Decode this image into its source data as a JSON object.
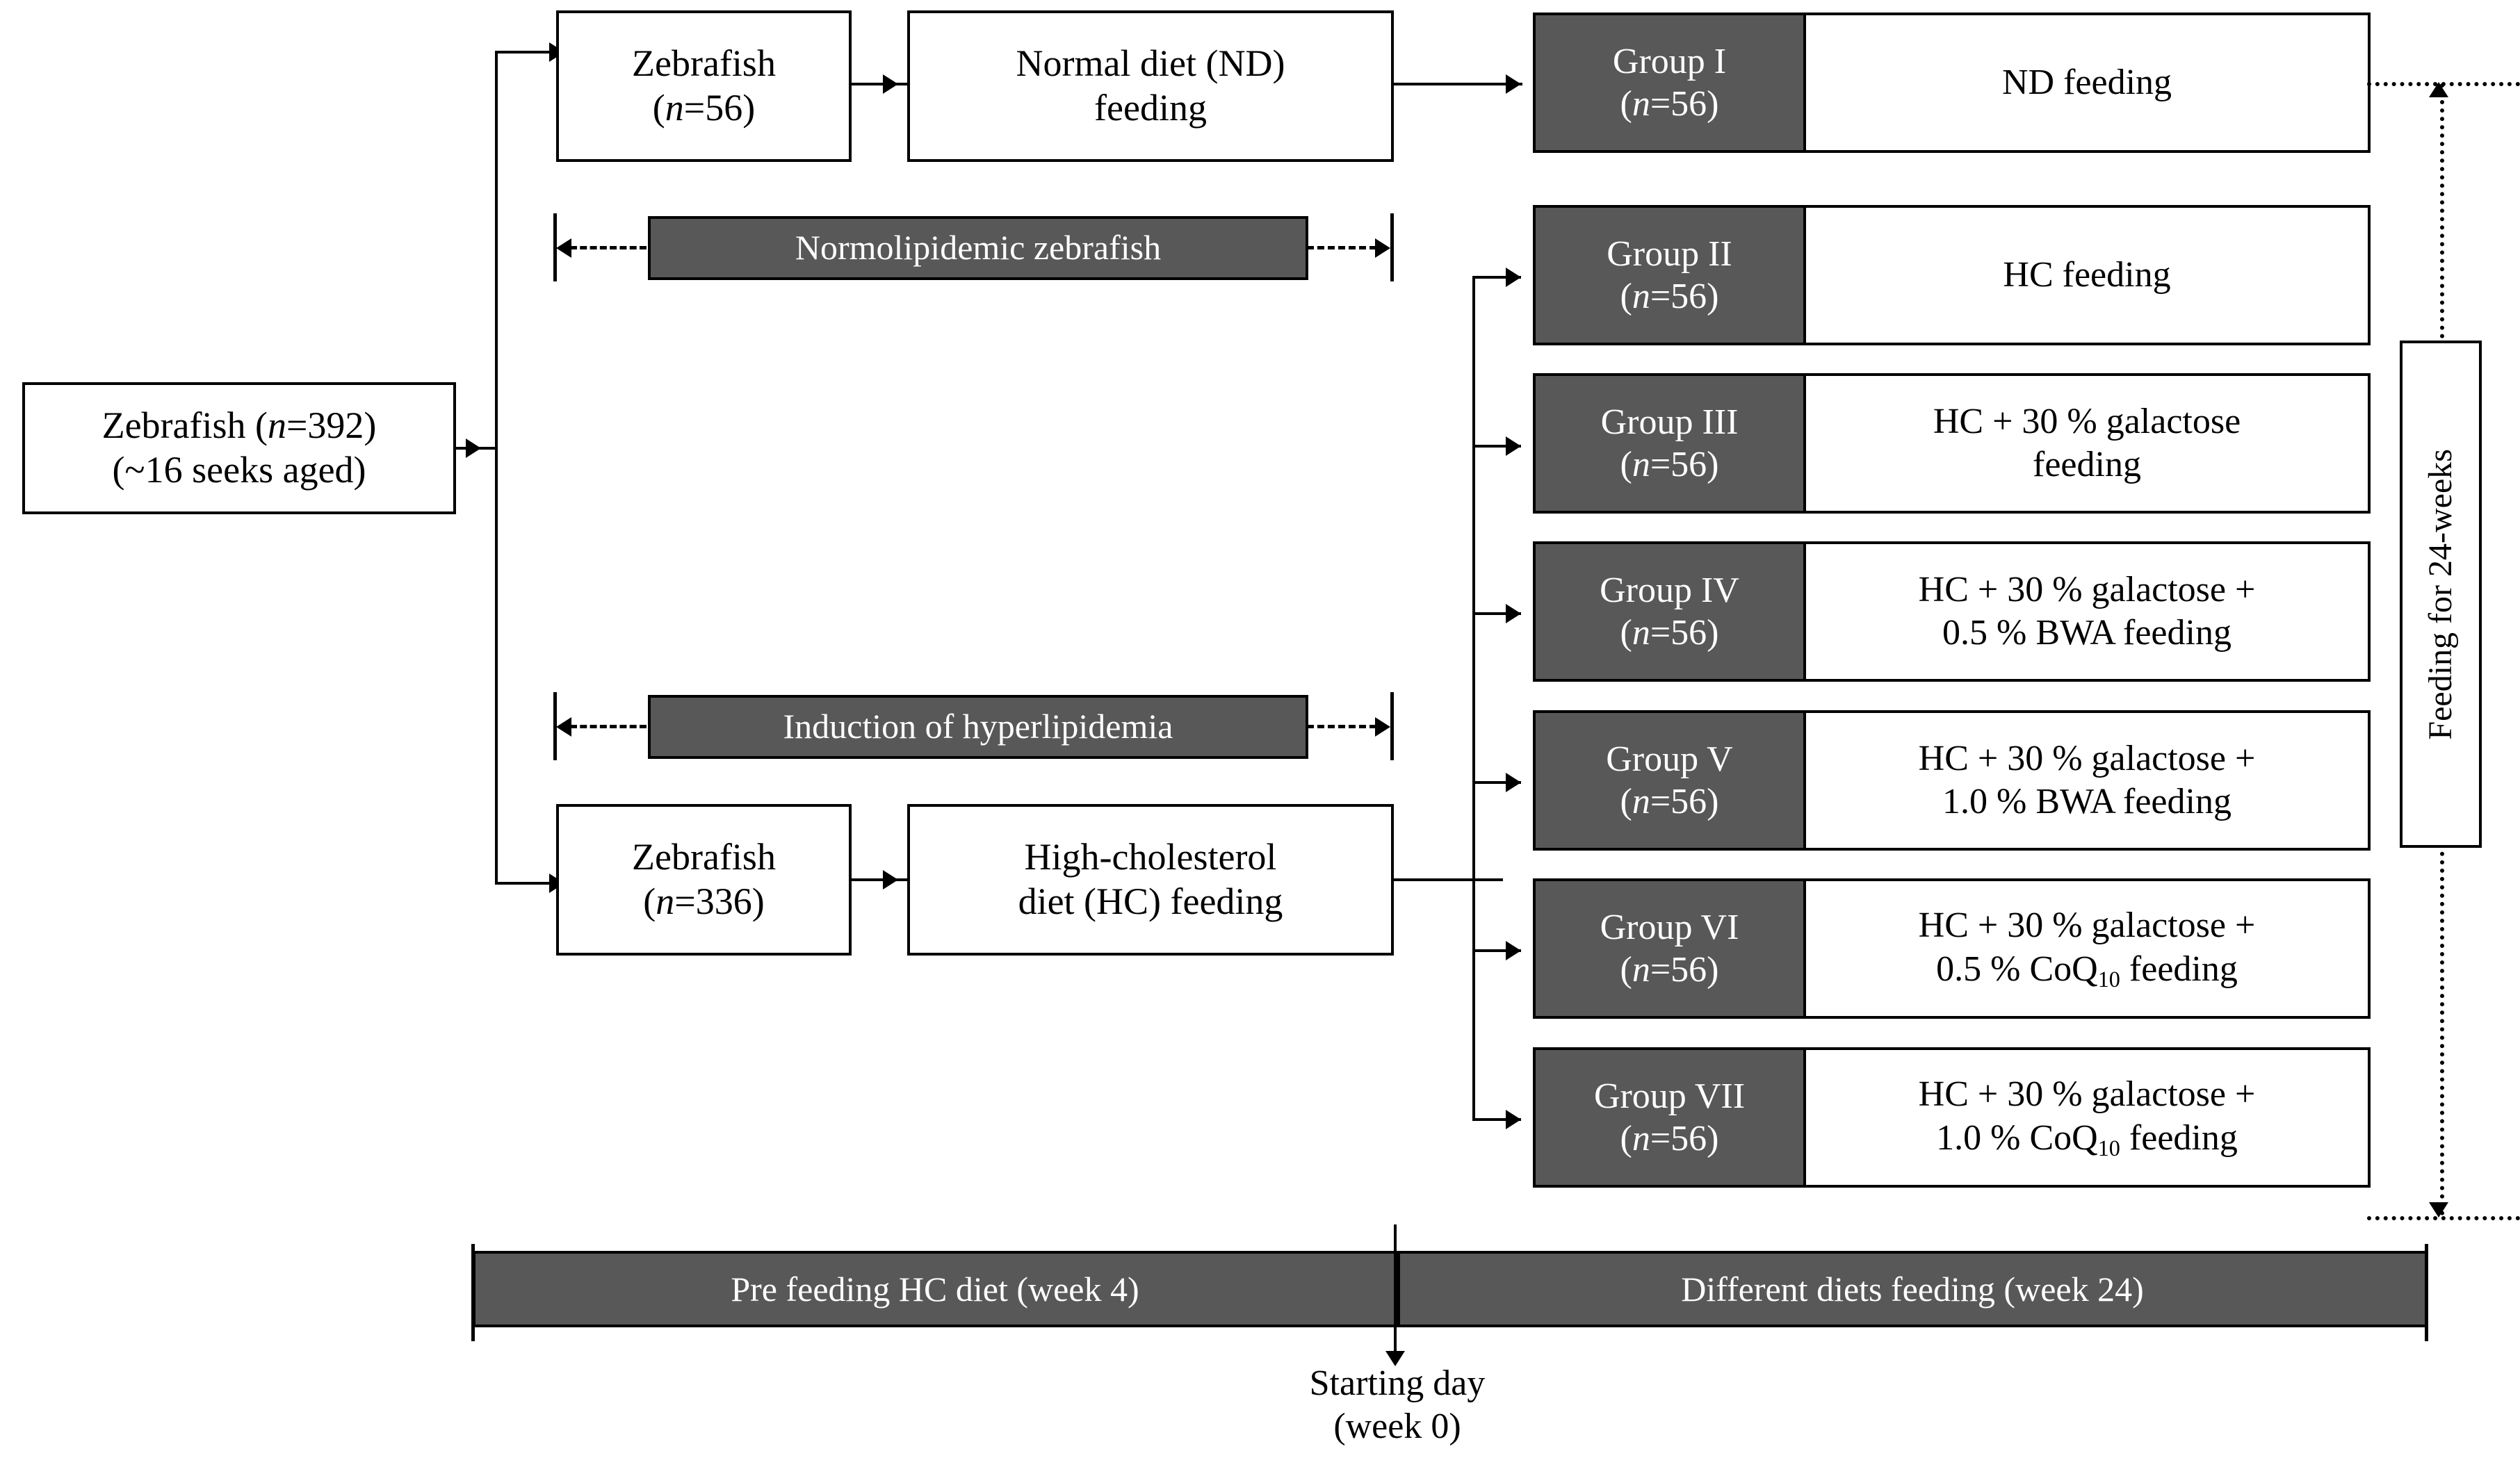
{
  "diagram": {
    "title": "Zebrafish dietary intervention experimental design",
    "colors": {
      "fill_dark": "#585858",
      "text_on_dark": "#ffffff",
      "line": "#000000",
      "background": "#ffffff"
    }
  },
  "source": {
    "label_line1": "Zebrafish (n=392)",
    "label_line2": "(~16 seeks aged)",
    "n": 392
  },
  "branches": {
    "normal": {
      "fish_line1": "Zebrafish",
      "fish_line2": "(n=56)",
      "n": 56,
      "diet_line1": "Normal diet (ND)",
      "diet_line2": "feeding"
    },
    "high_cholesterol": {
      "fish_line1": "Zebrafish",
      "fish_line2": "(n=336)",
      "n": 336,
      "diet_line1": "High-cholesterol",
      "diet_line2": "diet (HC) feeding"
    }
  },
  "status_bars": [
    {
      "label": "Normolipidemic zebrafish"
    },
    {
      "label": "Induction of hyperlipidemia"
    }
  ],
  "groups": [
    {
      "name": "Group I",
      "n_label": "(n=56)",
      "n": 56,
      "diet_line1": "ND feeding",
      "diet_line2": ""
    },
    {
      "name": "Group II",
      "n_label": "(n=56)",
      "n": 56,
      "diet_line1": "HC feeding",
      "diet_line2": ""
    },
    {
      "name": "Group III",
      "n_label": "(n=56)",
      "n": 56,
      "diet_line1": "HC + 30 % galactose",
      "diet_line2": "feeding"
    },
    {
      "name": "Group IV",
      "n_label": "(n=56)",
      "n": 56,
      "diet_line1": "HC + 30 % galactose +",
      "diet_line2": "0.5 % BWA feeding"
    },
    {
      "name": "Group V",
      "n_label": "(n=56)",
      "n": 56,
      "diet_line1": "HC + 30 % galactose +",
      "diet_line2": "1.0 % BWA feeding"
    },
    {
      "name": "Group VI",
      "n_label": "(n=56)",
      "n": 56,
      "diet_line1": "HC + 30 % galactose +",
      "diet_line2": "0.5 % CoQ10 feeding"
    },
    {
      "name": "Group VII",
      "n_label": "(n=56)",
      "n": 56,
      "diet_line1": "HC + 30 % galactose +",
      "diet_line2": "1.0 % CoQ10 feeding"
    }
  ],
  "duration_box": {
    "label": "Feeding for 24-weeks",
    "weeks": 24
  },
  "timeline": {
    "phase1": {
      "label": "Pre feeding HC diet (week 4)",
      "weeks": 4
    },
    "phase2": {
      "label": "Different diets feeding (week 24)",
      "weeks": 24
    },
    "marker_line1": "Starting day",
    "marker_line2": "(week 0)"
  }
}
